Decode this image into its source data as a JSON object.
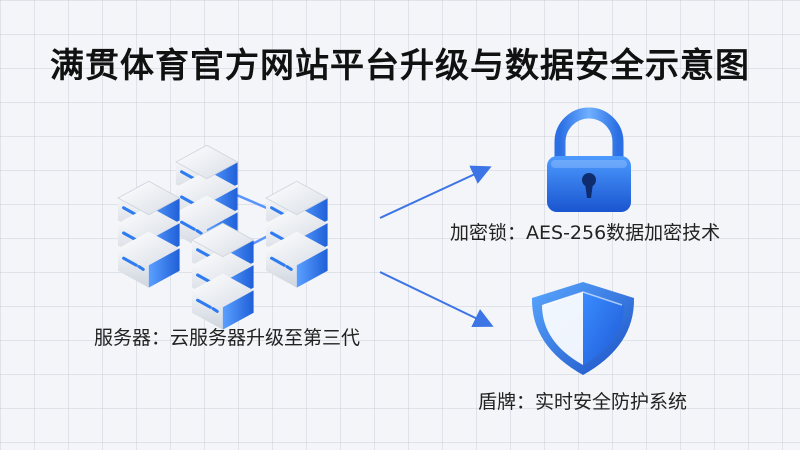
{
  "title": "满贯体育官方网站平台升级与数据安全示意图",
  "server_label": "服务器：云服务器升级至第三代",
  "lock_label": "加密锁：AES-256数据加密技术",
  "shield_label": "盾牌：实时安全防护系统",
  "colors": {
    "accent_blue": "#2f7bf0",
    "dark_blue": "#1c4fc0",
    "server_body": "#e9ecf1",
    "arrow": "#3d74e6"
  },
  "icons": [
    "server-cluster-icon",
    "lock-icon",
    "shield-icon",
    "arrow-icon"
  ]
}
